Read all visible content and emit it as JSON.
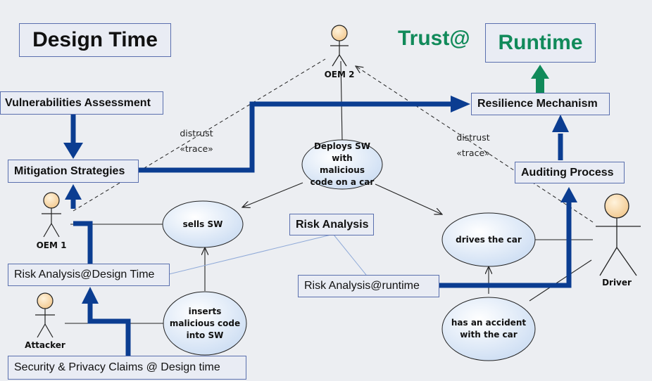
{
  "boxes": {
    "design_time": "Design Time",
    "trust_prefix": "Trust@",
    "runtime": "Runtime",
    "vulnerabilities": "Vulnerabilities Assessment",
    "mitigation": "Mitigation Strategies",
    "resilience": "Resilience Mechanism",
    "auditing": "Auditing Process",
    "risk_analysis": "Risk Analysis",
    "risk_design": "Risk Analysis@Design Time",
    "risk_runtime": "Risk Analysis@runtime",
    "security_claims": "Security & Privacy Claims @ Design time"
  },
  "actors": {
    "oem2": "OEM 2",
    "oem1": "OEM 1",
    "attacker": "Attacker",
    "driver": "Driver"
  },
  "use_cases": {
    "deploys": "Deploys SW with malicious code on a car",
    "sells": "sells SW",
    "drives": "drives the car",
    "inserts": "inserts malicious code into SW",
    "accident": "has an accident with the car"
  },
  "edge_labels": {
    "distrust_left": "distrust",
    "trace_left": "«trace»",
    "distrust_right": "distrust",
    "trace_right": "«trace»"
  },
  "colors": {
    "flow_arrow": "#0b3d91",
    "runtime_green": "#118a5a",
    "box_border": "#5a6fae",
    "use_case_fill": "#dbe7f7"
  }
}
